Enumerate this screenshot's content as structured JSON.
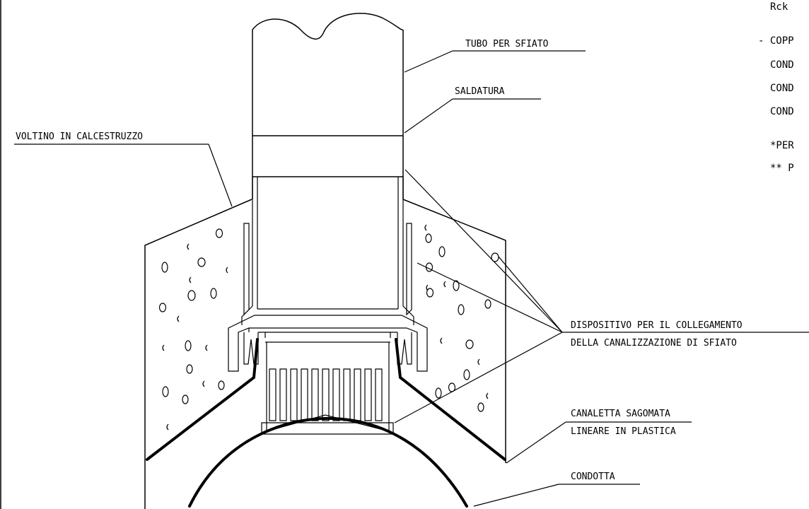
{
  "labels": {
    "tubo_per_sfiato": "TUBO PER SFIATO",
    "saldatura": "SALDATURA",
    "voltino": "VOLTINO IN CALCESTRUZZO",
    "dispositivo_line1": "DISPOSITIVO PER IL COLLEGAMENTO",
    "dispositivo_line2": "DELLA CANALIZZAZIONE DI SFIATO",
    "canaletta_line1": "CANALETTA SAGOMATA",
    "canaletta_line2": "LINEARE IN PLASTICA",
    "condotta": "CONDOTTA"
  },
  "notes": {
    "line1": "Rck",
    "line2": "- COPP",
    "line3": "COND",
    "line4": "COND",
    "line5": "COND",
    "line6": "*PER",
    "line7": "** P"
  }
}
